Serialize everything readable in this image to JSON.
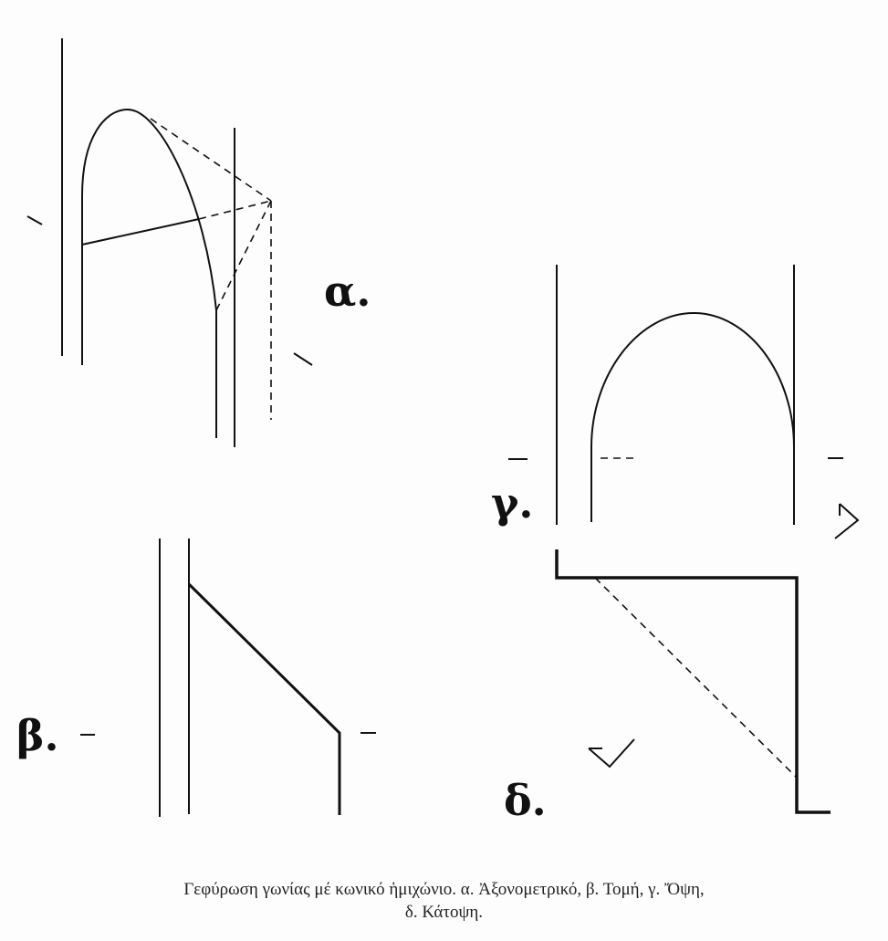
{
  "labels": {
    "alpha": "α.",
    "beta": "β.",
    "gamma": "γ.",
    "delta": "δ."
  },
  "caption": {
    "line1": "Γεφύρωση γωνίας μέ κωνικό ἡμιχώνιο. α. Ἀξονομετρικό, β. Τομή, γ. Ὄψη,",
    "line2": "δ. Κάτοψη."
  },
  "colors": {
    "ink": "#111111",
    "paper": "#fdfdfd"
  }
}
